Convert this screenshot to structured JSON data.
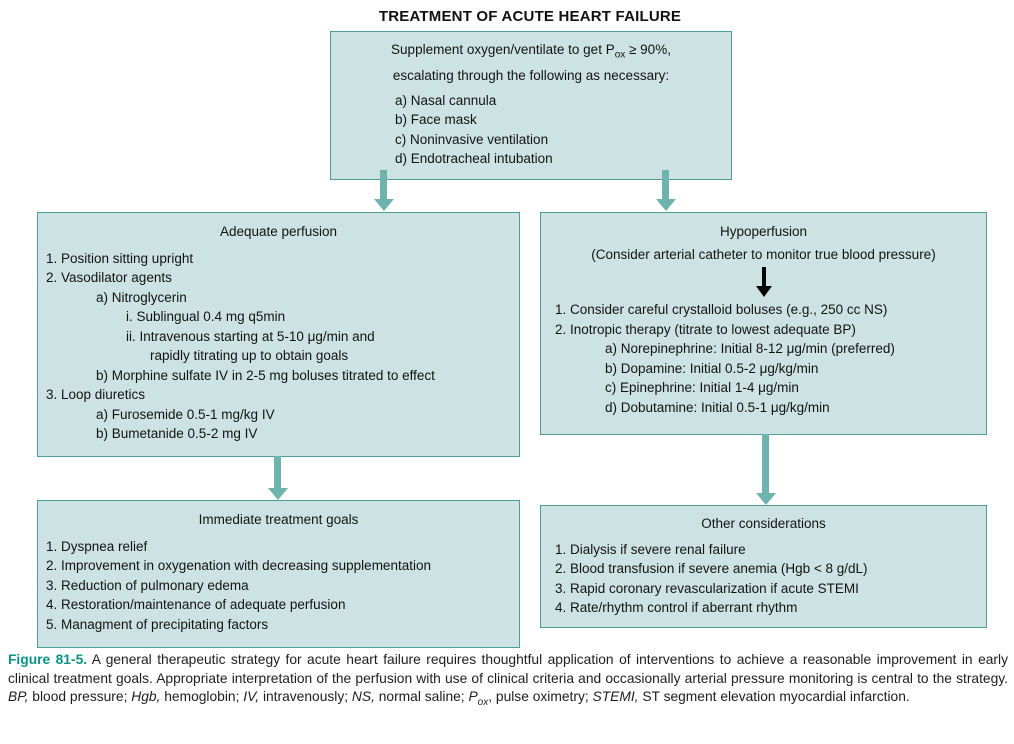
{
  "colors": {
    "box_fill": "#cde2e3",
    "box_border": "#4f9d9b",
    "flow_arrow": "#6fb3ad",
    "inner_arrow": "#060606",
    "figure_label": "#0a9384"
  },
  "title": "TREATMENT OF ACUTE HEART FAILURE",
  "oxygen_box": {
    "heading_line1": [
      {
        "text": "Supplement oxygen/ventilate to get P",
        "style": "normal"
      },
      {
        "text": "ox",
        "style": "sub"
      },
      {
        "text": " ≥ 90%,",
        "style": "normal"
      }
    ],
    "heading_line2": "escalating through the following as necessary:",
    "items": [
      {
        "indent": 0,
        "text": "a) Nasal cannula"
      },
      {
        "indent": 0,
        "text": "b) Face mask"
      },
      {
        "indent": 0,
        "text": "c) Noninvasive ventilation"
      },
      {
        "indent": 0,
        "text": "d) Endotracheal intubation"
      }
    ]
  },
  "adequate_perfusion_box": {
    "title": "Adequate perfusion",
    "items": [
      {
        "indent": 0,
        "text": "1. Position sitting upright"
      },
      {
        "indent": 0,
        "text": "2. Vasodilator agents"
      },
      {
        "indent": 1,
        "text": "a) Nitroglycerin"
      },
      {
        "indent": 2,
        "text": "i. Sublingual 0.4 mg q5min"
      },
      {
        "indent": 2,
        "text": "ii. Intravenous starting at 5-10 μg/min and"
      },
      {
        "indent": 3,
        "text": "rapidly titrating up to obtain goals"
      },
      {
        "indent": 1,
        "text": "b) Morphine sulfate IV in 2-5 mg boluses titrated to effect"
      },
      {
        "indent": 0,
        "text": "3. Loop diuretics"
      },
      {
        "indent": 1,
        "text": "a) Furosemide 0.5-1 mg/kg IV"
      },
      {
        "indent": 1,
        "text": "b) Bumetanide 0.5-2 mg IV"
      }
    ]
  },
  "hypoperfusion_box": {
    "title": "Hypoperfusion",
    "subtitle": "(Consider arterial catheter to monitor true blood pressure)",
    "items": [
      {
        "indent": 0,
        "text": "1. Consider careful crystalloid boluses (e.g., 250 cc NS)"
      },
      {
        "indent": 0,
        "text": "2. Inotropic therapy (titrate to lowest adequate BP)"
      },
      {
        "indent": 1,
        "text": "a) Norepinephrine: Initial 8-12 μg/min (preferred)"
      },
      {
        "indent": 1,
        "text": "b) Dopamine: Initial 0.5-2 μg/kg/min"
      },
      {
        "indent": 1,
        "text": "c) Epinephrine: Initial 1-4 μg/min"
      },
      {
        "indent": 1,
        "text": "d) Dobutamine: Initial 0.5-1 μg/kg/min"
      }
    ]
  },
  "goals_box": {
    "title": "Immediate treatment goals",
    "items": [
      {
        "indent": 0,
        "text": "1. Dyspnea relief"
      },
      {
        "indent": 0,
        "text": "2. Improvement in oxygenation with decreasing supplementation"
      },
      {
        "indent": 0,
        "text": "3. Reduction of pulmonary edema"
      },
      {
        "indent": 0,
        "text": "4. Restoration/maintenance of adequate perfusion"
      },
      {
        "indent": 0,
        "text": "5. Managment of precipitating factors"
      }
    ]
  },
  "other_box": {
    "title": "Other considerations",
    "items": [
      {
        "indent": 0,
        "text": "1. Dialysis if severe renal failure"
      },
      {
        "indent": 0,
        "text": "2. Blood transfusion if severe anemia (Hgb < 8 g/dL)"
      },
      {
        "indent": 0,
        "text": "3. Rapid coronary revascularization if acute STEMI"
      },
      {
        "indent": 0,
        "text": "4. Rate/rhythm control if aberrant rhythm"
      }
    ]
  },
  "caption": [
    {
      "text": "Figure 81-5.",
      "style": "figure-label"
    },
    {
      "text": "  A general therapeutic strategy for acute heart failure requires thoughtful application of interventions to achieve a reasonable improvement in early clinical treatment goals. Appropriate interpretation of the perfusion with use of clinical criteria and occasionally arterial pressure monitoring is central to the strategy. ",
      "style": "normal"
    },
    {
      "text": "BP,",
      "style": "italic"
    },
    {
      "text": " blood pressure; ",
      "style": "normal"
    },
    {
      "text": "Hgb,",
      "style": "italic"
    },
    {
      "text": " hemoglobin; ",
      "style": "normal"
    },
    {
      "text": "IV,",
      "style": "italic"
    },
    {
      "text": " intravenously; ",
      "style": "normal"
    },
    {
      "text": "NS,",
      "style": "italic"
    },
    {
      "text": " normal saline; ",
      "style": "normal"
    },
    {
      "text": "P",
      "style": "italic"
    },
    {
      "text": "ox",
      "style": "italic-sub"
    },
    {
      "text": ", pulse oximetry; ",
      "style": "normal"
    },
    {
      "text": "STEMI,",
      "style": "italic"
    },
    {
      "text": " ST segment elevation myocardial infarction.",
      "style": "normal"
    }
  ]
}
